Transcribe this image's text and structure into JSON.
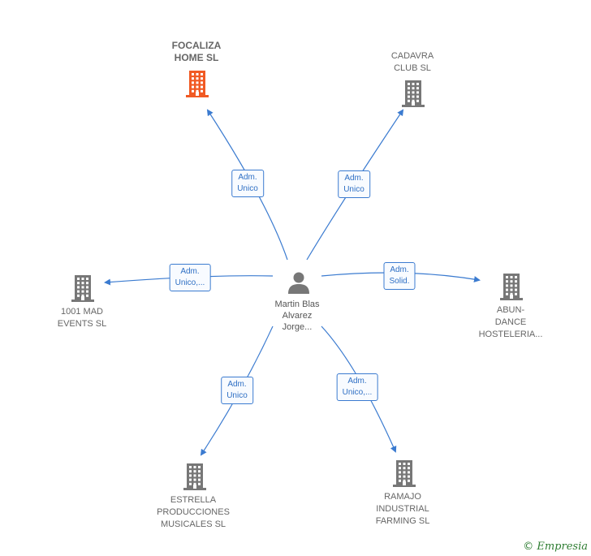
{
  "colors": {
    "edge": "#3b7bd0",
    "building_default": "#777777",
    "building_highlight": "#f15a24"
  },
  "center_person": {
    "name_lines": [
      "Martin Blas",
      "Alvarez",
      "Jorge..."
    ],
    "icon": "person-icon"
  },
  "companies": [
    {
      "id": "focaliza",
      "name_lines": [
        "FOCALIZA",
        "HOME  SL"
      ],
      "highlight": true,
      "icon": "building-icon"
    },
    {
      "id": "cadavra",
      "name_lines": [
        "CADAVRA",
        "CLUB  SL"
      ],
      "highlight": false,
      "icon": "building-icon"
    },
    {
      "id": "mad-events",
      "name_lines": [
        "1001 MAD",
        "EVENTS  SL"
      ],
      "highlight": false,
      "icon": "building-icon"
    },
    {
      "id": "abun-dance",
      "name_lines": [
        "ABUN-",
        "DANCE",
        "HOSTELERIA..."
      ],
      "highlight": false,
      "icon": "building-icon"
    },
    {
      "id": "estrella",
      "name_lines": [
        "ESTRELLA",
        "PRODUCCIONES",
        "MUSICALES  SL"
      ],
      "highlight": false,
      "icon": "building-icon"
    },
    {
      "id": "ramajo",
      "name_lines": [
        "RAMAJO",
        "INDUSTRIAL",
        "FARMING  SL"
      ],
      "highlight": false,
      "icon": "building-icon"
    }
  ],
  "relations": [
    {
      "to": "focaliza",
      "label_lines": [
        "Adm.",
        "Unico"
      ]
    },
    {
      "to": "cadavra",
      "label_lines": [
        "Adm.",
        "Unico"
      ]
    },
    {
      "to": "mad-events",
      "label_lines": [
        "Adm.",
        "Unico,..."
      ]
    },
    {
      "to": "abun-dance",
      "label_lines": [
        "Adm.",
        "Solid."
      ]
    },
    {
      "to": "estrella",
      "label_lines": [
        "Adm.",
        "Unico"
      ]
    },
    {
      "to": "ramajo",
      "label_lines": [
        "Adm.",
        "Unico,..."
      ]
    }
  ],
  "watermark": {
    "symbol": "©",
    "brand": "Empresia"
  }
}
